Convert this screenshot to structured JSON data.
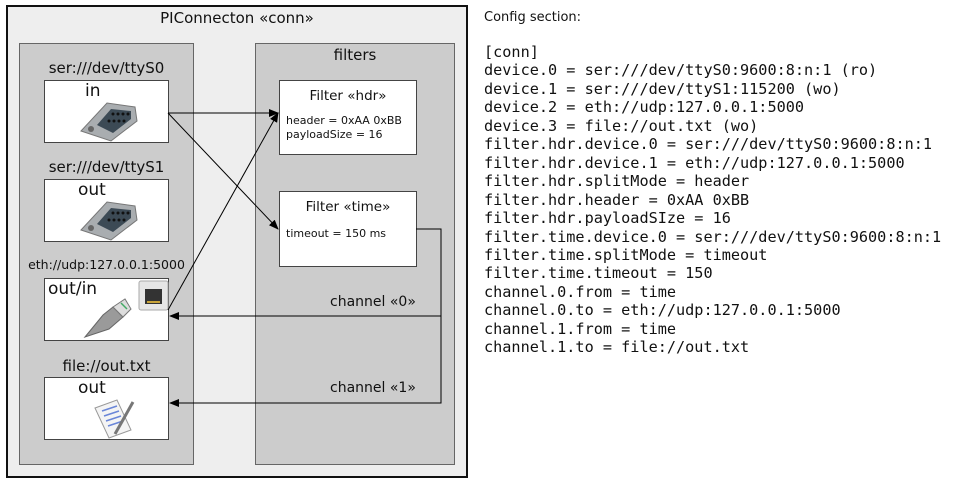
{
  "diagram": {
    "title": "PIConnecton «conn»",
    "filters_title": "filters",
    "devices": [
      {
        "label": "ser:///dev/ttyS0",
        "direction": "in",
        "icon": "serial-port-icon"
      },
      {
        "label": "ser:///dev/ttyS1",
        "direction": "out",
        "icon": "serial-port-icon"
      },
      {
        "label": "eth://udp:127.0.0.1:5000",
        "direction": "out/in",
        "icon": "ethernet-icon"
      },
      {
        "label": "file://out.txt",
        "direction": "out",
        "icon": "text-file-icon"
      }
    ],
    "filters": [
      {
        "title": "Filter «hdr»",
        "params": [
          "header = 0xAA 0xBB",
          "payloadSize = 16"
        ]
      },
      {
        "title": "Filter «time»",
        "params": [
          "timeout = 150 ms"
        ]
      }
    ],
    "channels": [
      "channel «0»",
      "channel «1»"
    ]
  },
  "config": {
    "heading": "Config section:",
    "lines": [
      "[conn]",
      "device.0 = ser:///dev/ttyS0:9600:8:n:1 (ro)",
      "device.1 = ser:///dev/ttyS1:115200 (wo)",
      "device.2 = eth://udp:127.0.0.1:5000",
      "device.3 = file://out.txt (wo)",
      "filter.hdr.device.0 = ser:///dev/ttyS0:9600:8:n:1",
      "filter.hdr.device.1 = eth://udp:127.0.0.1:5000",
      "filter.hdr.splitMode = header",
      "filter.hdr.header = 0xAA 0xBB",
      "filter.hdr.payloadSIze = 16",
      "filter.time.device.0 = ser:///dev/ttyS0:9600:8:n:1",
      "filter.time.splitMode = timeout",
      "filter.time.timeout = 150",
      "channel.0.from = time",
      "channel.0.to = eth://udp:127.0.0.1:5000",
      "channel.1.from = time",
      "channel.1.to = file://out.txt"
    ]
  }
}
